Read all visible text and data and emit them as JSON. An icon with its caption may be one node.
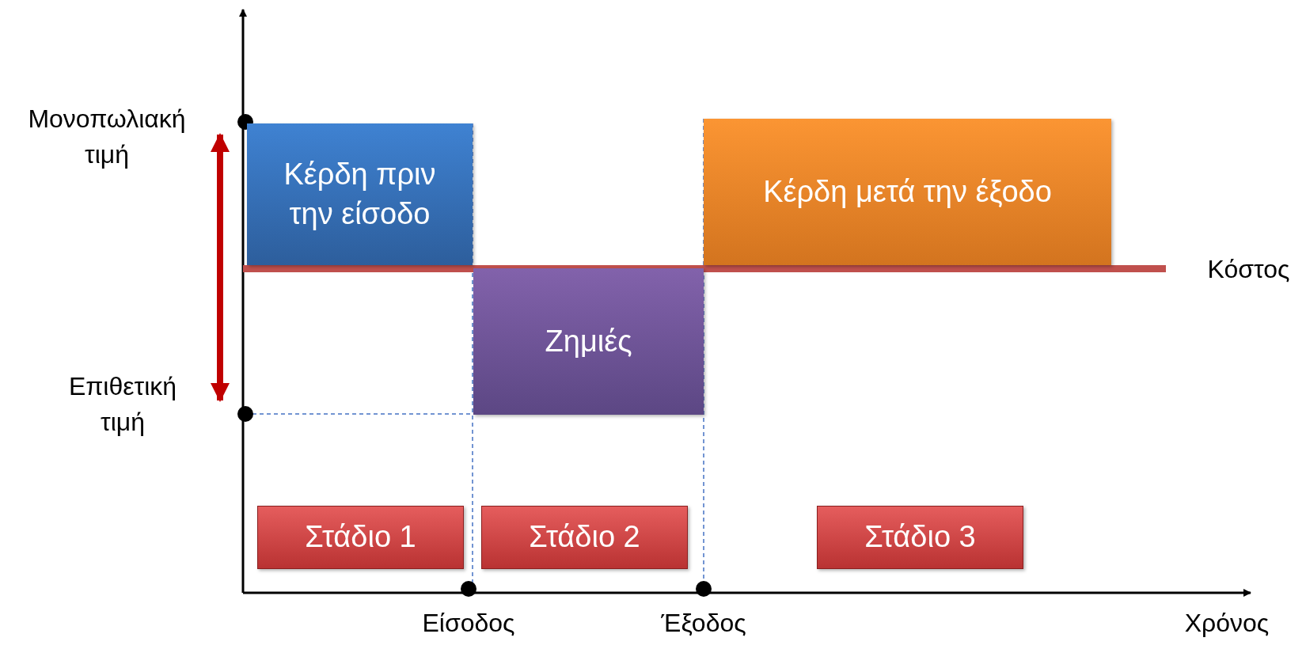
{
  "diagram": {
    "nodes": [
      {
        "text": [
          "Κέρδη πριν την είσοδο"
        ]
      },
      {
        "text": [
          "Ζημιές"
        ]
      },
      {
        "text": [
          "Κέρδη μετά την έξοδο"
        ]
      },
      {
        "text": [
          "Στάδιο 1"
        ]
      },
      {
        "text": [
          "Στάδιο 2"
        ]
      },
      {
        "text": [
          "Στάδιο 3"
        ]
      }
    ],
    "labels": [
      "Μονοπωλιακή τιμή",
      "Επιθετική τιμή",
      "Κόστος",
      "Είσοδος",
      "Έξοδος",
      "Χρόνος"
    ]
  }
}
